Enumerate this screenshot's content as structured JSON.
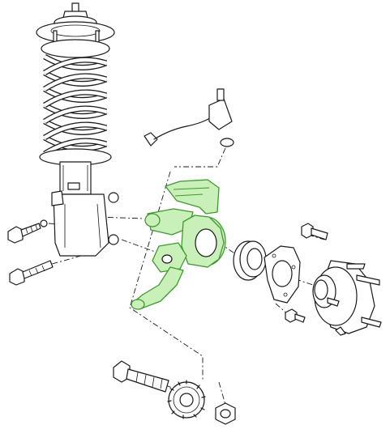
{
  "diagram": {
    "highlight_color": "#c8f0b8",
    "highlight_stroke": "#3e9a2e",
    "line_color": "#1a1a1a",
    "background": "#ffffff",
    "parts": [
      {
        "name": "strut-spring-assembly",
        "highlighted": false
      },
      {
        "name": "abs-wheel-speed-sensor",
        "highlighted": false
      },
      {
        "name": "steering-knuckle",
        "highlighted": true
      },
      {
        "name": "wheel-bearing",
        "highlighted": false
      },
      {
        "name": "dust-shield",
        "highlighted": false
      },
      {
        "name": "wheel-hub",
        "highlighted": false
      },
      {
        "name": "axle-shaft-gear",
        "highlighted": false
      },
      {
        "name": "axle-nut",
        "highlighted": false
      },
      {
        "name": "strut-mounting-bolts",
        "highlighted": false
      },
      {
        "name": "hub-retaining-bolts",
        "highlighted": false
      }
    ]
  }
}
